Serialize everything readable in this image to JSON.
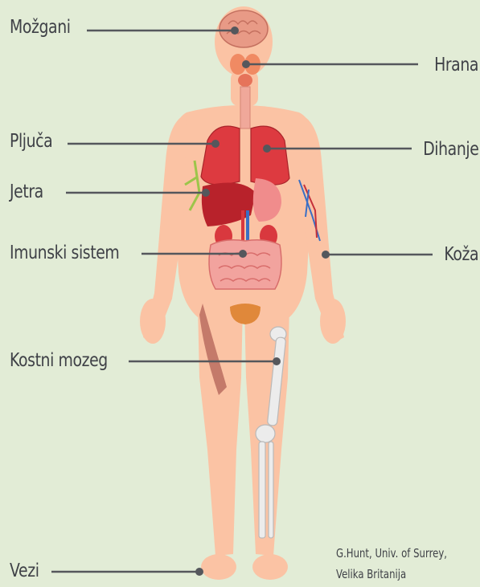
{
  "labels": {
    "brain": "Možgani",
    "food": "Hrana",
    "lungs": "Pljuča",
    "breathing": "Dihanje",
    "liver": "Jetra",
    "immune": "Imunski sistem",
    "skin": "Koža",
    "marrow": "Kostni mozeg",
    "ligaments": "Vezi"
  },
  "credit": {
    "line1": "G.Hunt, Univ. of Surrey,",
    "line2": "Velika Britanija"
  },
  "colors": {
    "background": "#e2ecd6",
    "skin": "#fbc3a4",
    "organ": "#d9383e",
    "leader_line": "#55575c"
  }
}
